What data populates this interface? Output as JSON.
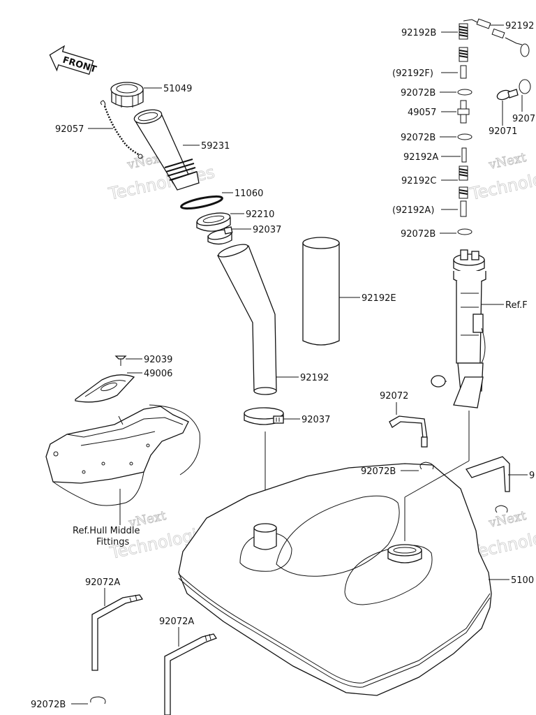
{
  "front_arrow": {
    "text": "FRONT"
  },
  "callouts": {
    "c51049": "51049",
    "c92057": "92057",
    "c59231": "59231",
    "c11060": "11060",
    "c92210": "92210",
    "c92037a": "92037",
    "c92192E": "92192E",
    "c92039": "92039",
    "c49006": "49006",
    "c92192": "92192",
    "c92037b": "92037",
    "c92192B_top": "92192B",
    "c92192_top": "92192",
    "c92192F": "(92192F)",
    "c92072B_1": "92072B",
    "c49057": "49057",
    "c92072B_2": "92072B",
    "c92192A": "92192A",
    "c92192C": "92192C",
    "c92192A_p": "(92192A)",
    "c92072B_3": "92072B",
    "c9207_partial": "9207",
    "c92071": "92071",
    "c_ref_f": "Ref.F",
    "c92072": "92072",
    "c92072B_4": "92072B",
    "c9_partial": "9",
    "c5100_partial": "5100",
    "c92072A_1": "92072A",
    "c92072A_2": "92072A",
    "c92072B_5": "92072B"
  },
  "ref_hull": {
    "line1": "Ref.Hull Middle",
    "line2": "Fittings"
  },
  "watermarks": {
    "line1": "vNext",
    "line2": "Technologies"
  }
}
